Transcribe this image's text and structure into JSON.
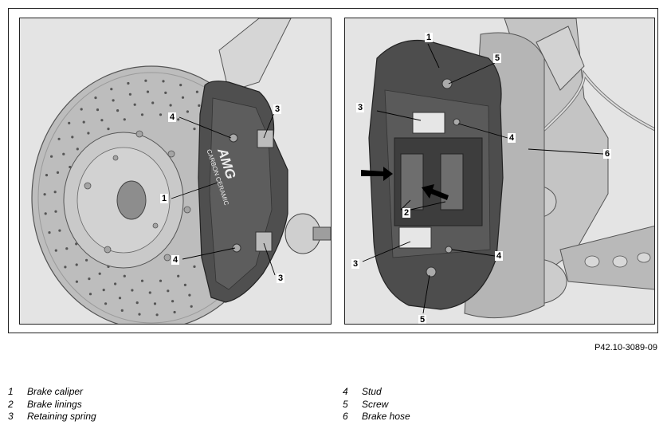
{
  "figure_reference": "P42.10-3089-09",
  "left_panel": {
    "callouts": [
      "1",
      "3",
      "3",
      "4",
      "4"
    ]
  },
  "right_panel": {
    "callouts": [
      "1",
      "2",
      "3",
      "3",
      "4",
      "4",
      "5",
      "5",
      "6"
    ]
  },
  "legend": [
    {
      "number": "1",
      "label": "Brake caliper"
    },
    {
      "number": "2",
      "label": "Brake linings"
    },
    {
      "number": "3",
      "label": "Retaining spring"
    },
    {
      "number": "4",
      "label": "Stud"
    },
    {
      "number": "5",
      "label": "Screw"
    },
    {
      "number": "6",
      "label": "Brake hose"
    }
  ],
  "caliper_lettering": [
    "AMG",
    "CARBON CERAMIC"
  ]
}
